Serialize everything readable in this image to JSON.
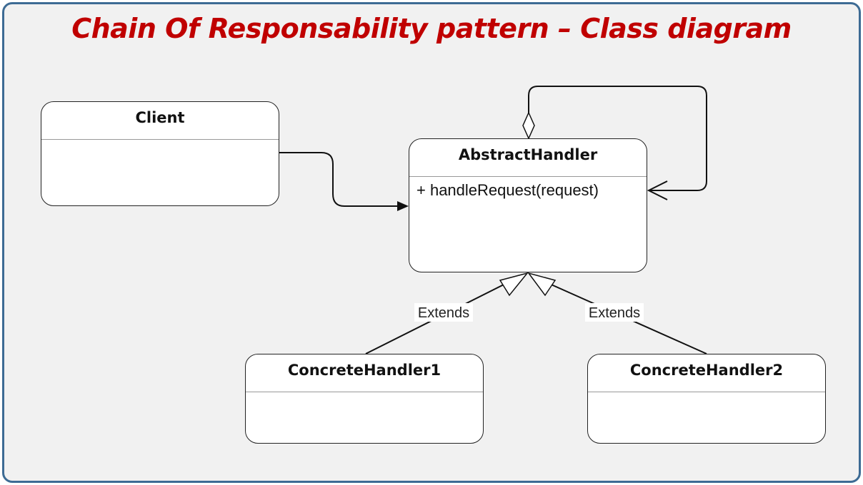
{
  "title": "Chain Of Responsability pattern – Class diagram",
  "classes": {
    "client": {
      "name": "Client",
      "members": []
    },
    "abstract_handler": {
      "name": "AbstractHandler",
      "members": [
        "+ handleRequest(request)"
      ]
    },
    "concrete_handler_1": {
      "name": "ConcreteHandler1",
      "members": []
    },
    "concrete_handler_2": {
      "name": "ConcreteHandler2",
      "members": []
    }
  },
  "relations": {
    "extends_1": "Extends",
    "extends_2": "Extends"
  },
  "colors": {
    "title": "#c00000",
    "frame_border": "#3d6b94",
    "background": "#f1f1f1"
  }
}
